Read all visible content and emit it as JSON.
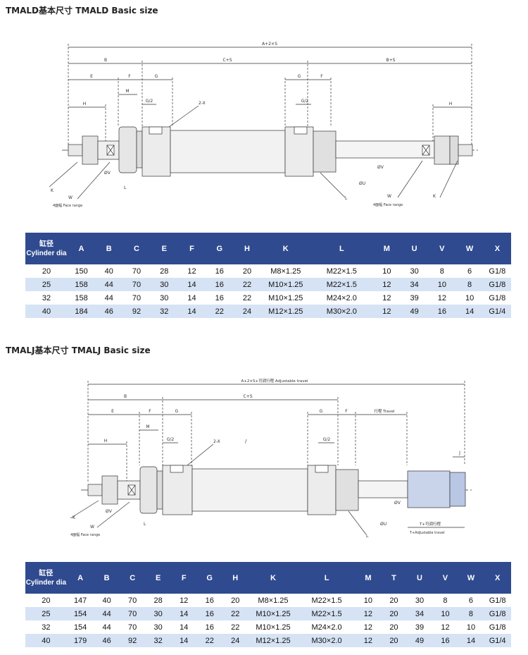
{
  "sections": [
    {
      "title": "TMALD基本尺寸 TMALD Basic size",
      "drawing": {
        "dims": [
          "A+2×S",
          "B",
          "C+S",
          "B+S",
          "E",
          "F",
          "G",
          "M",
          "G/2",
          "2-X",
          "G",
          "F",
          "G/2",
          "H",
          "H"
        ],
        "labels": [
          "ØV",
          "L",
          "K",
          "W",
          "4面幅 Face range",
          "ØU",
          "ØV",
          "L",
          "W",
          "K",
          "4面幅 Face range"
        ]
      },
      "table": {
        "header_cyl": "缸径",
        "header_cyl_en": "Cylinder dia",
        "columns": [
          "A",
          "B",
          "C",
          "E",
          "F",
          "G",
          "H",
          "K",
          "L",
          "M",
          "U",
          "V",
          "W",
          "X"
        ],
        "rows": [
          [
            "20",
            "150",
            "40",
            "70",
            "28",
            "12",
            "16",
            "20",
            "M8×1.25",
            "M22×1.5",
            "10",
            "30",
            "8",
            "6",
            "G1/8"
          ],
          [
            "25",
            "158",
            "44",
            "70",
            "30",
            "14",
            "16",
            "22",
            "M10×1.25",
            "M22×1.5",
            "12",
            "34",
            "10",
            "8",
            "G1/8"
          ],
          [
            "32",
            "158",
            "44",
            "70",
            "30",
            "14",
            "16",
            "22",
            "M10×1.25",
            "M24×2.0",
            "12",
            "39",
            "12",
            "10",
            "G1/8"
          ],
          [
            "40",
            "184",
            "46",
            "92",
            "32",
            "14",
            "22",
            "24",
            "M12×1.25",
            "M30×2.0",
            "12",
            "49",
            "16",
            "14",
            "G1/4"
          ]
        ]
      }
    },
    {
      "title": "TMALJ基本尺寸 TMALJ Basic size",
      "drawing": {
        "dims": [
          "A+2×S+可调行程 Adjustable travel",
          "B",
          "C+S",
          "E",
          "F",
          "G",
          "G",
          "F",
          "行程 Travel",
          "M",
          "G/2",
          "2-X",
          "G/2",
          "H",
          "J"
        ],
        "labels": [
          "ØV",
          "L",
          "K",
          "W",
          "4面幅 Face range",
          "ØV",
          "ØU",
          "L",
          "T+可调行程",
          "T+Adjustable travel",
          "/"
        ]
      },
      "table": {
        "header_cyl": "缸径",
        "header_cyl_en": "Cylinder dia",
        "columns": [
          "A",
          "B",
          "C",
          "E",
          "F",
          "G",
          "H",
          "K",
          "L",
          "M",
          "T",
          "U",
          "V",
          "W",
          "X"
        ],
        "rows": [
          [
            "20",
            "147",
            "40",
            "70",
            "28",
            "12",
            "16",
            "20",
            "M8×1.25",
            "M22×1.5",
            "10",
            "20",
            "30",
            "8",
            "6",
            "G1/8"
          ],
          [
            "25",
            "154",
            "44",
            "70",
            "30",
            "14",
            "16",
            "22",
            "M10×1.25",
            "M22×1.5",
            "12",
            "20",
            "34",
            "10",
            "8",
            "G1/8"
          ],
          [
            "32",
            "154",
            "44",
            "70",
            "30",
            "14",
            "16",
            "22",
            "M10×1.25",
            "M24×2.0",
            "12",
            "20",
            "39",
            "12",
            "10",
            "G1/8"
          ],
          [
            "40",
            "179",
            "46",
            "92",
            "32",
            "14",
            "22",
            "24",
            "M12×1.25",
            "M30×2.0",
            "12",
            "20",
            "49",
            "16",
            "14",
            "G1/4"
          ]
        ]
      }
    }
  ]
}
